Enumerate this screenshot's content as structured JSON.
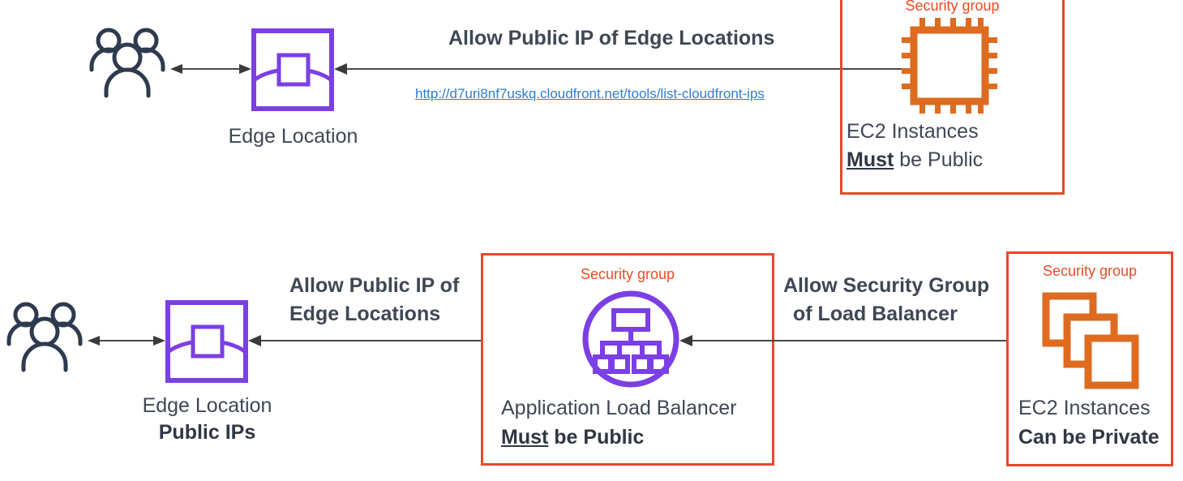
{
  "diagram": {
    "title_implicit": "CloudFront Security Group Access Patterns",
    "colors": {
      "security_group_red": "#E8472C",
      "security_group_label_red": "#ED4B25",
      "edge_location_purple": "#7B3FE4",
      "alb_purple": "#7B3FE4",
      "ec2_orange": "#DE6B1F",
      "users_navy": "#2E3A4E",
      "arrow_gray": "#4A4A4A",
      "caption_gray": "#3F4754",
      "link_blue": "#2E7DD1"
    },
    "top_row": {
      "users_icon": "users-group-icon",
      "edge_location": {
        "icon": "edge-location-icon",
        "caption": "Edge Location"
      },
      "arrow_label": "Allow Public IP of Edge Locations",
      "url": "http://d7uri8nf7uskq.cloudfront.net/tools/list-cloudfront-ips",
      "security_group": {
        "label": "Security group",
        "icon": "ec2-chip-icon",
        "caption_line1": "EC2 Instances",
        "caption_line2_bold_underline": "Must",
        "caption_line2_rest": " be Public"
      }
    },
    "bottom_row": {
      "users_icon": "users-group-icon",
      "edge_location": {
        "icon": "edge-location-icon",
        "caption_line1": "Edge Location",
        "caption_line2": "Public IPs"
      },
      "arrow_label_left_line1": "Allow Public IP of",
      "arrow_label_left_line2": "Edge Locations",
      "alb_security_group": {
        "label": "Security group",
        "icon": "application-load-balancer-icon",
        "caption_line1": "Application Load Balancer",
        "caption_line2_bold_underline": "Must",
        "caption_line2_rest": " be Public"
      },
      "arrow_label_right_line1": "Allow Security Group",
      "arrow_label_right_line2": "of Load Balancer",
      "ec2_security_group": {
        "label": "Security group",
        "icon": "ec2-instances-stack-icon",
        "caption_line1": "EC2 Instances",
        "caption_line2": "Can be Private"
      }
    }
  }
}
